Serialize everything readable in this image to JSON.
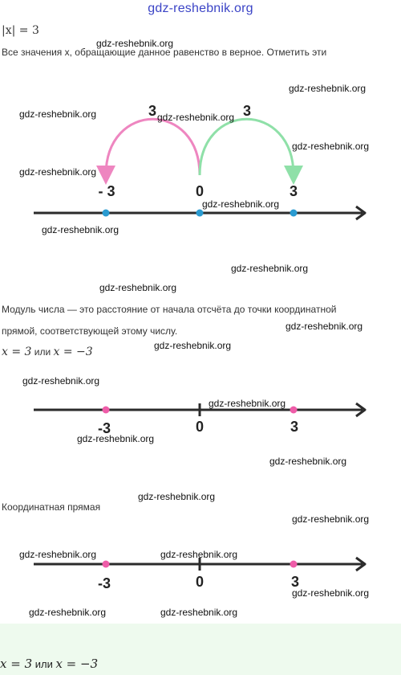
{
  "site": {
    "header": "gdz-reshebnik.org"
  },
  "equation": {
    "abs": "|x|",
    "equals": " = ",
    "value": "3"
  },
  "task_text": "Все значения x, обращающие данное равенство в верное. Отметить эти",
  "figure1": {
    "arc_left_label": "3",
    "arc_right_label": "3",
    "tick_left": "- 3",
    "tick_zero": "0",
    "tick_right": "3",
    "colors": {
      "arc_left": "#ee86c0",
      "arc_right": "#8fe0a8",
      "points": "#2a9bd1",
      "axis": "#2b2b2b"
    }
  },
  "definition": {
    "line1": "Модуль числа — это расстояние от начала отсчёта до точки координатной",
    "line2": "прямой, соответствующей этому числу."
  },
  "answer_line": {
    "left": "x = 3",
    "middle": " или ",
    "right": "x = −3"
  },
  "figure2": {
    "tick_left": "-3",
    "tick_zero": "0",
    "tick_right": "3",
    "colors": {
      "points": "#ee5ca8",
      "axis": "#2b2b2b"
    }
  },
  "coordinate_line_title": "Координатная прямая",
  "figure3": {
    "tick_left": "-3",
    "tick_zero": "0",
    "tick_right": "3",
    "colors": {
      "points": "#ee5ca8",
      "axis": "#2b2b2b"
    }
  },
  "footer_answer": {
    "left": "x = 3",
    "middle": " или ",
    "right": "x = −3"
  },
  "watermark": "gdz-reshebnik.org"
}
